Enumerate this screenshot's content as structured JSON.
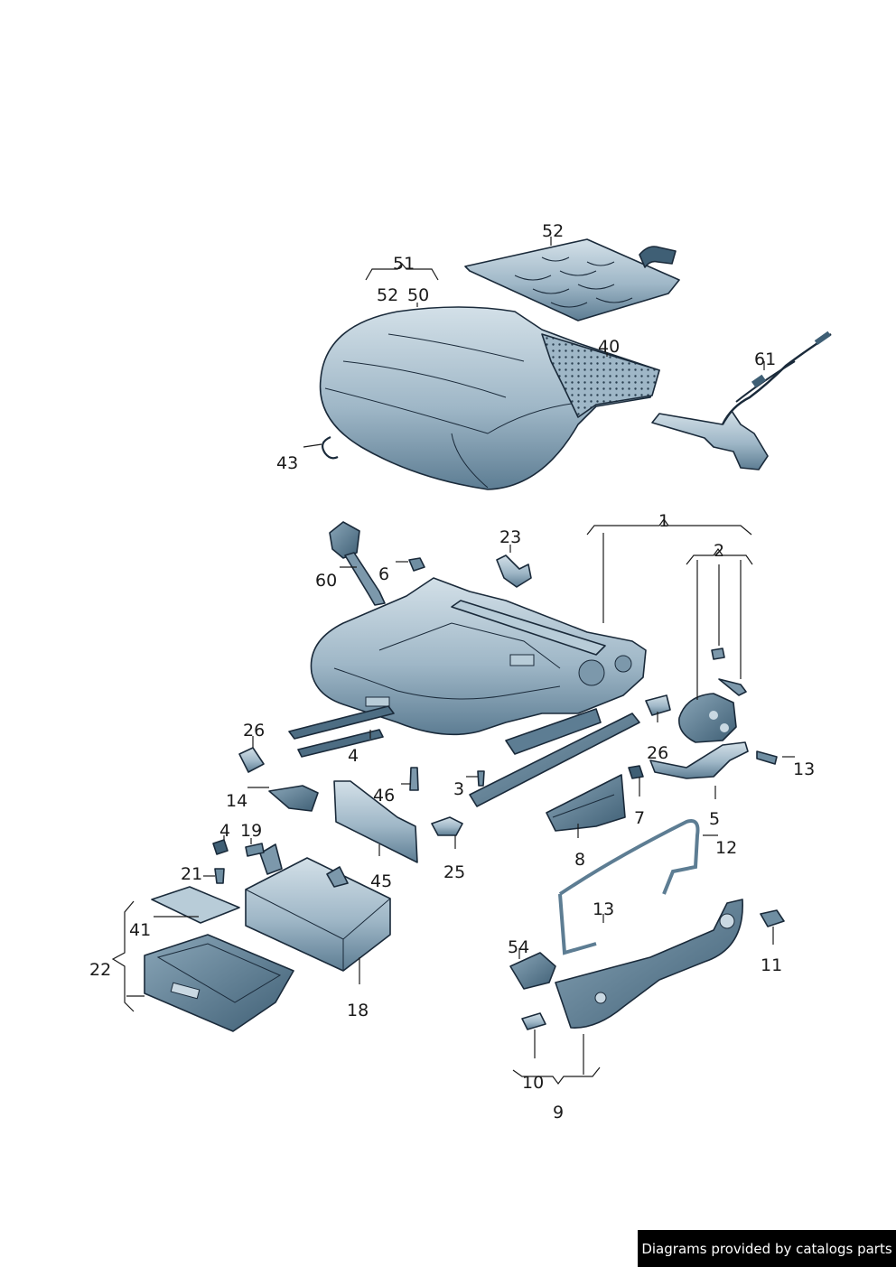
{
  "colors": {
    "part_fill": "#9fb7c7",
    "part_dark": "#5d7d93",
    "part_light": "#d3e0e8",
    "line": "#1a2a3a"
  },
  "callouts": {
    "c52a": "52",
    "c51": "51",
    "c52b": "52",
    "c50": "50",
    "c40": "40",
    "c61": "61",
    "c43": "43",
    "c1": "1",
    "c23": "23",
    "c2": "2",
    "c6": "6",
    "c60": "60",
    "c26a": "26",
    "c4a": "4",
    "c26b": "26",
    "c13a": "13",
    "c46": "46",
    "c3": "3",
    "c14": "14",
    "c7": "7",
    "c5": "5",
    "c4b": "4",
    "c19": "19",
    "c25": "25",
    "c8": "8",
    "c12": "12",
    "c21": "21",
    "c45": "45",
    "c41": "41",
    "c13b": "13",
    "c11": "11",
    "c22": "22",
    "c54": "54",
    "c18": "18",
    "c10": "10",
    "c9": "9"
  },
  "footer": {
    "credit": "Diagrams provided by catalogs parts"
  }
}
